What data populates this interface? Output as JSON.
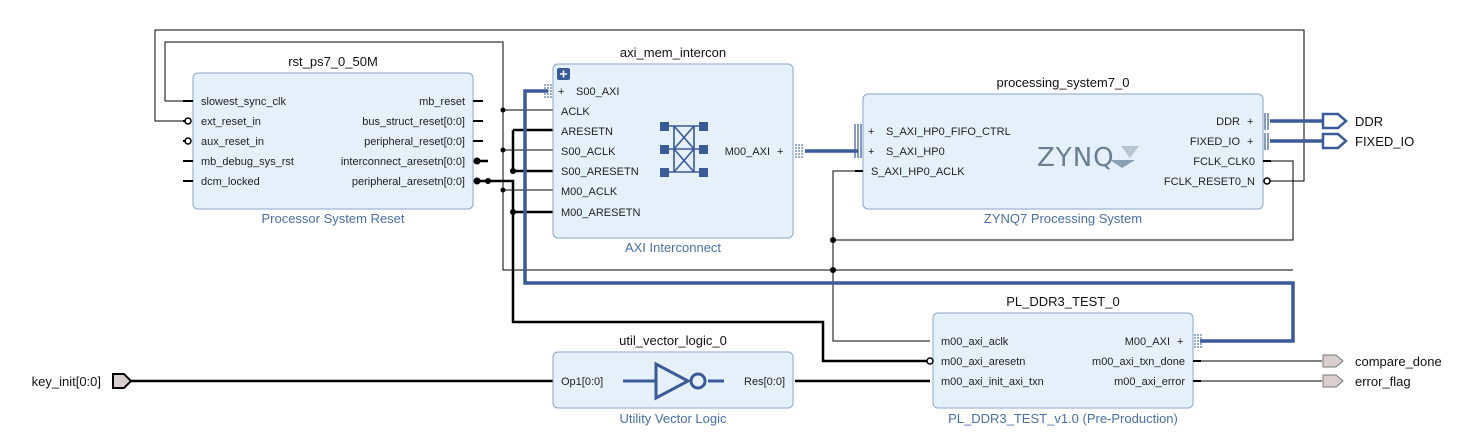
{
  "blocks": {
    "rst": {
      "title": "rst_ps7_0_50M",
      "subtitle": "Processor System Reset",
      "inputs": [
        "slowest_sync_clk",
        "ext_reset_in",
        "aux_reset_in",
        "mb_debug_sys_rst",
        "dcm_locked"
      ],
      "outputs": [
        "mb_reset",
        "bus_struct_reset[0:0]",
        "peripheral_reset[0:0]",
        "interconnect_aresetn[0:0]",
        "peripheral_aresetn[0:0]"
      ]
    },
    "axi": {
      "title": "axi_mem_intercon",
      "subtitle": "AXI Interconnect",
      "inputs": [
        "S00_AXI",
        "ACLK",
        "ARESETN",
        "S00_ACLK",
        "S00_ARESETN",
        "M00_ACLK",
        "M00_ARESETN"
      ],
      "outputs": [
        "M00_AXI"
      ]
    },
    "ps7": {
      "title": "processing_system7_0",
      "subtitle": "ZYNQ7 Processing System",
      "logo": "ZYNQ",
      "inputs": [
        "S_AXI_HP0_FIFO_CTRL",
        "S_AXI_HP0",
        "S_AXI_HP0_ACLK"
      ],
      "outputs": [
        "DDR",
        "FIXED_IO",
        "FCLK_CLK0",
        "FCLK_RESET0_N"
      ]
    },
    "util": {
      "title": "util_vector_logic_0",
      "subtitle": "Utility Vector Logic",
      "inputs": [
        "Op1[0:0]"
      ],
      "outputs": [
        "Res[0:0]"
      ]
    },
    "pl": {
      "title": "PL_DDR3_TEST_0",
      "subtitle": "PL_DDR3_TEST_v1.0 (Pre-Production)",
      "inputs": [
        "m00_axi_aclk",
        "m00_axi_aresetn",
        "m00_axi_init_axi_txn"
      ],
      "outputs": [
        "M00_AXI",
        "m00_axi_txn_done",
        "m00_axi_error"
      ]
    }
  },
  "external_ports": {
    "ddr": "DDR",
    "fixed_io": "FIXED_IO",
    "compare_done": "compare_done",
    "error_flag": "error_flag",
    "key_init": "key_init[0:0]"
  },
  "colors": {
    "block_fill": "#e6f0fb",
    "block_border": "#8aa6c8",
    "bus": "#3a5a98",
    "subtitle": "#4a6fa5",
    "wire": "#000000",
    "port_ext_fill": "#d9cfcf"
  }
}
